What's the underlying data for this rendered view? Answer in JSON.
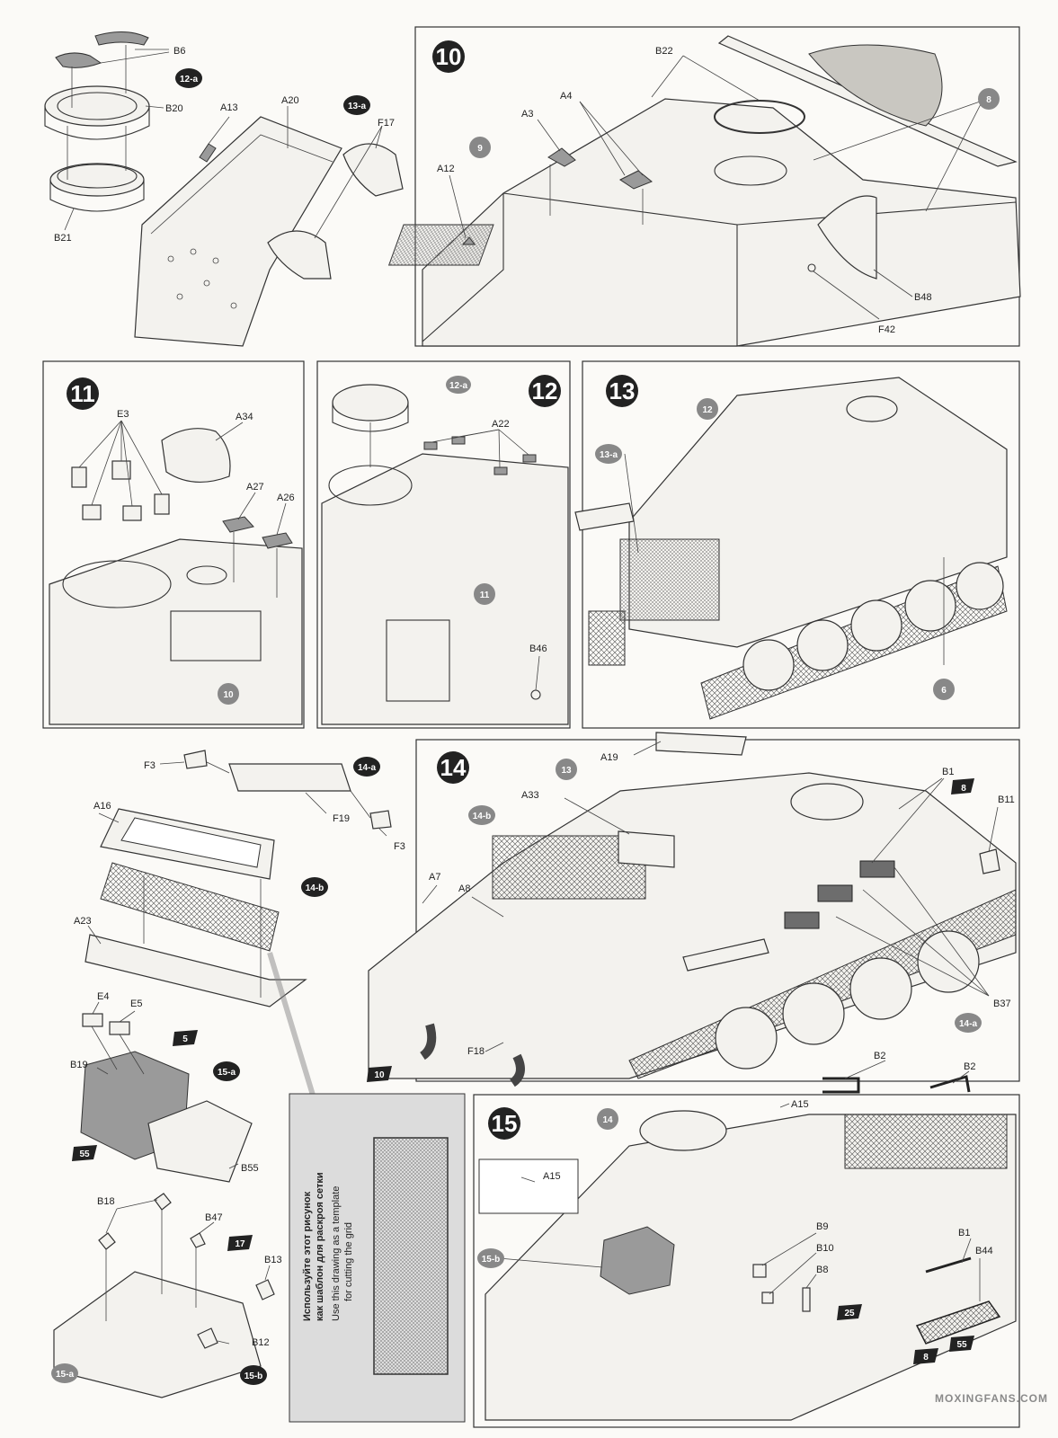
{
  "steps": {
    "s10": {
      "num": "10",
      "refs": {
        "r9": "9",
        "r8": "8"
      },
      "parts": [
        "B22",
        "A4",
        "A3",
        "A12",
        "B48",
        "F42"
      ]
    },
    "s11": {
      "num": "11",
      "refs": {
        "r10": "10"
      },
      "parts": [
        "E3",
        "A34",
        "A27",
        "A26"
      ]
    },
    "s12": {
      "num": "12",
      "sub": "12-a",
      "refs": {
        "r11": "11"
      },
      "parts": [
        "A22",
        "B46"
      ]
    },
    "s13": {
      "num": "13",
      "sub": "13-a",
      "refs": {
        "r12": "12",
        "r6": "6"
      }
    },
    "s14": {
      "num": "14",
      "sub_b": "14-b",
      "sub_a": "14-a",
      "refs": {
        "r13": "13"
      },
      "stars": {
        "st8": "8",
        "st10": "10"
      },
      "parts": [
        "A19",
        "B1",
        "B11",
        "A33",
        "A7",
        "A8",
        "B37",
        "F18"
      ]
    },
    "s15": {
      "num": "15",
      "sub_b": "15-b",
      "refs": {
        "r14": "14"
      },
      "stars": {
        "st25": "25",
        "st8": "8",
        "st55": "55"
      },
      "parts": [
        "B2",
        "B2",
        "A15",
        "A15",
        "B9",
        "B10",
        "B8",
        "B1",
        "B44"
      ]
    }
  },
  "sub12a": {
    "tag": "12-a",
    "parts": [
      "B6",
      "B20",
      "B21"
    ]
  },
  "sub13a": {
    "tag": "13-a",
    "parts": [
      "A13",
      "A20",
      "F17"
    ]
  },
  "sub14a": {
    "tag": "14-a",
    "parts": [
      "F3",
      "F19",
      "F3"
    ]
  },
  "sub14b": {
    "tag": "14-b",
    "parts": [
      "A16",
      "A23"
    ]
  },
  "sub15a": {
    "tag": "15-a",
    "parts": [
      "E4",
      "E5",
      "B19",
      "B55"
    ],
    "stars": {
      "st5": "5",
      "st55": "55"
    }
  },
  "sub15b": {
    "tag_a": "15-a",
    "tag_b": "15-b",
    "parts": [
      "B18",
      "B47",
      "B13",
      "B12"
    ],
    "stars": {
      "st17": "17"
    }
  },
  "template_note": {
    "ru_line1": "Используйте этот рисунок",
    "ru_line2": "как шаблон для раскроя сетки",
    "en_line1": "Use this drawing as a template",
    "en_line2": "for cutting the grid"
  },
  "watermark": "MOXINGFANS.COM"
}
